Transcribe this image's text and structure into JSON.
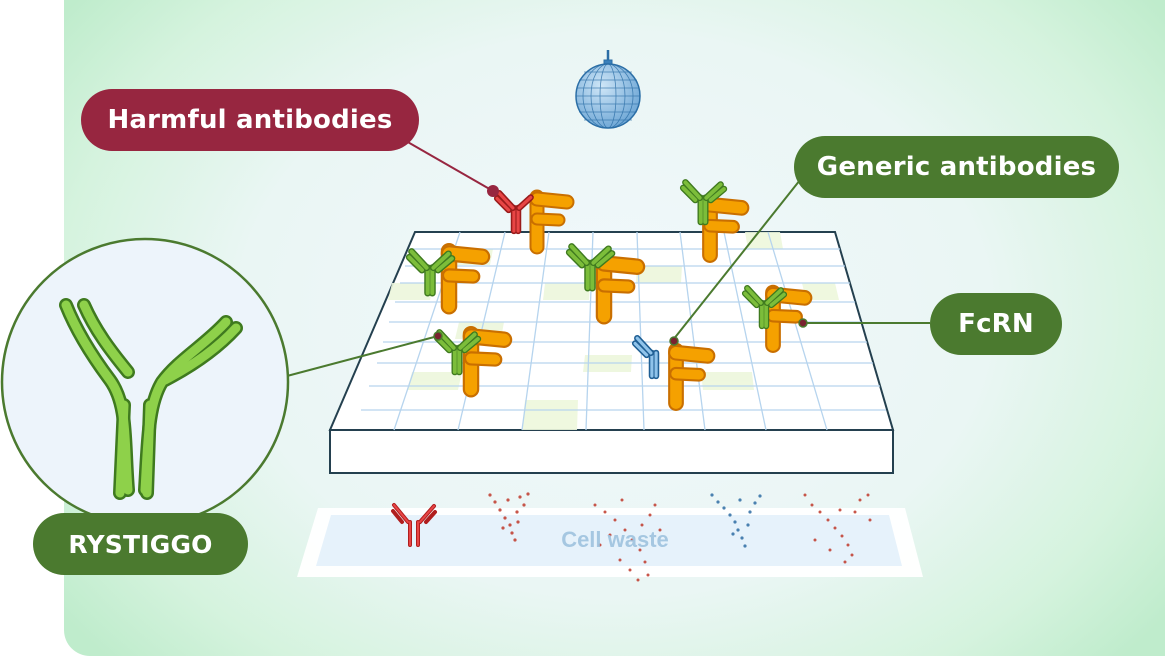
{
  "labels": {
    "harmful": "Harmful antibodies",
    "generic": "Generic antibodies",
    "fcrn": "FcRN",
    "drug": "RYSTIGGO",
    "waste": "Cell waste"
  },
  "colors": {
    "harmful_pill": "#972640",
    "green_pill": "#4b7a2f",
    "harmful_antibody": "#c92a2a",
    "generic_antibody": "#4a8ec2",
    "rystiggo_antibody": "#7cbd3a",
    "fcrn_receptor": "#f5a100",
    "background_edge": "#bfeccc"
  },
  "icons": [
    "rystiggo-antibody-icon",
    "fcrn-receptor-icon",
    "harmful-antibody-icon",
    "generic-antibody-icon",
    "sphere-icon"
  ]
}
